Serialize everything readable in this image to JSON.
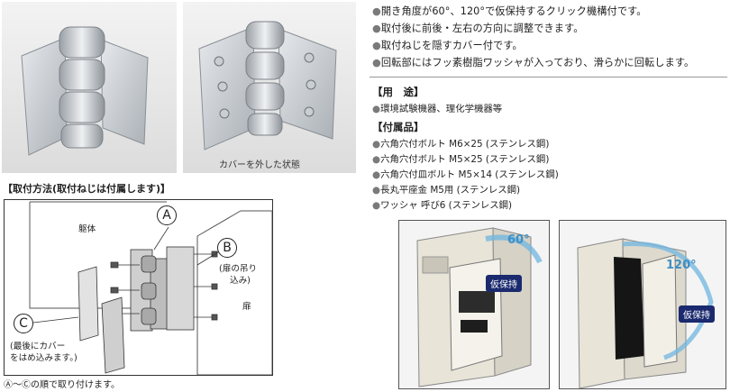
{
  "photos": {
    "left_alt": "",
    "right_caption": "カバーを外した状態"
  },
  "mount": {
    "title": "【取付方法(取付ねじは付属します)】",
    "label_body": "躯体",
    "label_door": "扉",
    "label_a": "A",
    "label_b": "B",
    "label_c": "C",
    "note_b": [
      "(扉の吊り",
      "込み)"
    ],
    "note_c": [
      "(最後にカバー",
      "をはめ込みます。)"
    ],
    "footer": "Ⓐ～Ⓒの順で取り付けます。"
  },
  "features": [
    "開き角度が60°、120°で仮保持するクリック機構付です。",
    "取付後に前後・左右の方向に調整できます。",
    "取付ねじを隠すカバー付です。",
    "回転部にはフッ素樹脂ワッシャが入っており、滑らかに回転します。"
  ],
  "usage": {
    "heading": "【用　途】",
    "text": "環境試験機器、理化学機器等"
  },
  "accessories": {
    "heading": "【付属品】",
    "items": [
      "六角穴付ボルト M6×25 (ステンレス鋼)",
      "六角穴付ボルト M5×25 (ステンレス鋼)",
      "六角穴付皿ボルト M5×14 (ステンレス鋼)",
      "長丸平座金 M5用 (ステンレス鋼)",
      "ワッシャ 呼び6 (ステンレス鋼)"
    ]
  },
  "cabinet_photos": {
    "angle1": "60°",
    "badge1": "仮保持",
    "angle2": "120°",
    "badge2": "仮保持"
  },
  "colors": {
    "badge": "#1b2a6e",
    "arc": "#6fb6e0",
    "bullet": "#7a7a7a"
  }
}
